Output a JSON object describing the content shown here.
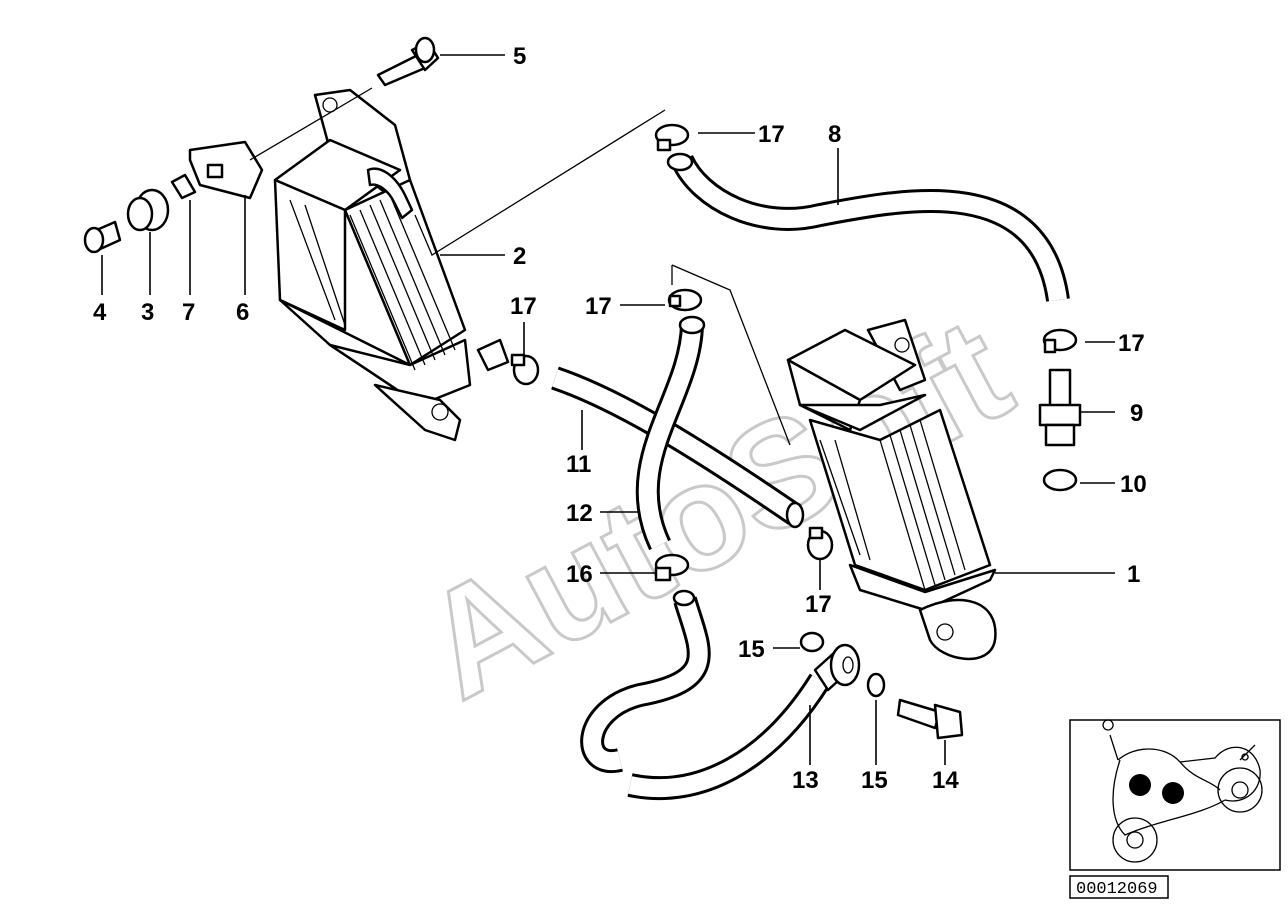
{
  "diagram": {
    "watermark": "AutoSoft",
    "diagram_number": "00012069",
    "callouts": [
      {
        "id": "c1",
        "label": "1"
      },
      {
        "id": "c2",
        "label": "2"
      },
      {
        "id": "c3",
        "label": "3"
      },
      {
        "id": "c4",
        "label": "4"
      },
      {
        "id": "c5",
        "label": "5"
      },
      {
        "id": "c6",
        "label": "6"
      },
      {
        "id": "c7",
        "label": "7"
      },
      {
        "id": "c8",
        "label": "8"
      },
      {
        "id": "c9",
        "label": "9"
      },
      {
        "id": "c10",
        "label": "10"
      },
      {
        "id": "c11",
        "label": "11"
      },
      {
        "id": "c12",
        "label": "12"
      },
      {
        "id": "c13",
        "label": "13"
      },
      {
        "id": "c14",
        "label": "14"
      },
      {
        "id": "c15a",
        "label": "15"
      },
      {
        "id": "c15b",
        "label": "15"
      },
      {
        "id": "c16",
        "label": "16"
      },
      {
        "id": "c17a",
        "label": "17"
      },
      {
        "id": "c17b",
        "label": "17"
      },
      {
        "id": "c17c",
        "label": "17"
      },
      {
        "id": "c17d",
        "label": "17"
      },
      {
        "id": "c17e",
        "label": "17"
      }
    ]
  }
}
